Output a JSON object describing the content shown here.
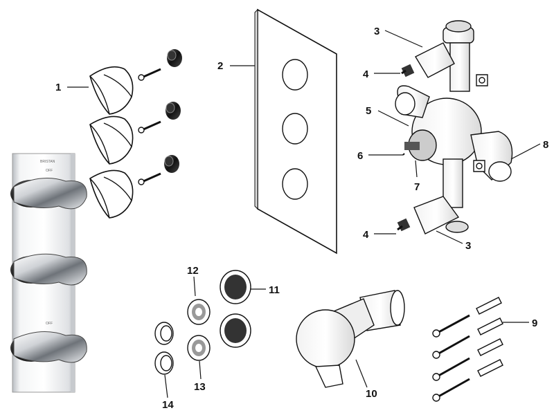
{
  "callouts": {
    "c1": "1",
    "c2": "2",
    "c3a": "3",
    "c3b": "3",
    "c4a": "4",
    "c4b": "4",
    "c5": "5",
    "c6": "6",
    "c7": "7",
    "c8": "8",
    "c9": "9",
    "c10": "10",
    "c11": "11",
    "c12": "12",
    "c13": "13",
    "c14": "14"
  },
  "faceplate_text": {
    "brand": "BRISTAN",
    "off_top": "OFF",
    "off_bottom": "OFF"
  }
}
